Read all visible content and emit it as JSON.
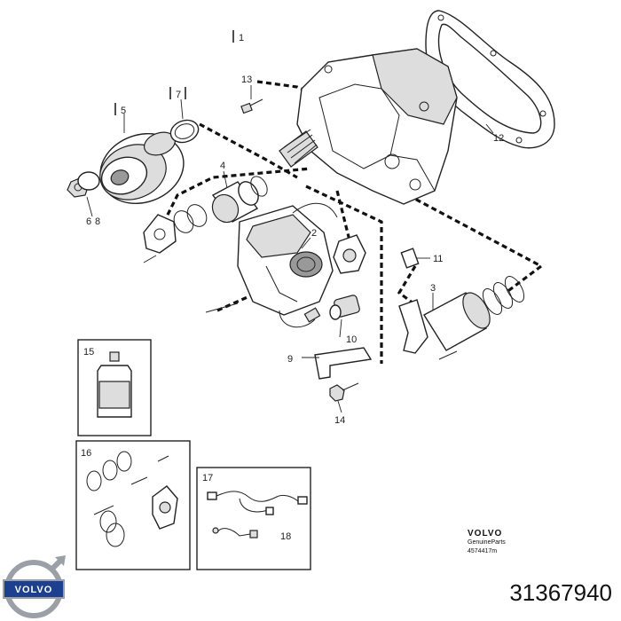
{
  "callouts": {
    "c1": "1",
    "c2": "2",
    "c3": "3",
    "c4": "4",
    "c5": "5",
    "c6": "6",
    "c7": "7",
    "c8": "8",
    "c9": "9",
    "c10": "10",
    "c11": "11",
    "c12": "12",
    "c13": "13",
    "c14": "14",
    "c15": "15",
    "c16": "16",
    "c17": "17",
    "c18": "18"
  },
  "stamp": {
    "brand": "VOLVO",
    "line1": "GenuineParts",
    "line2": "4574417m"
  },
  "logo_text": "VOLVO",
  "part_number": "31367940",
  "colors": {
    "line": "#222222",
    "logo_blue": "#1d3f8f",
    "logo_silver": "#9aa0a6"
  }
}
